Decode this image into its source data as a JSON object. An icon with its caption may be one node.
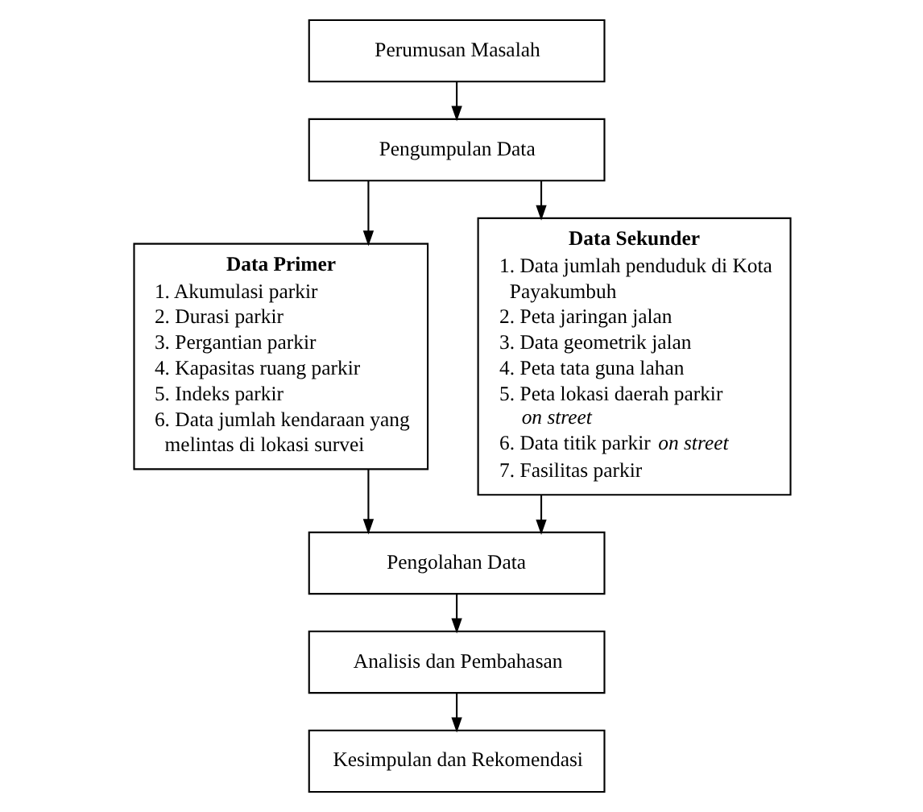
{
  "diagram": {
    "nodes": [
      {
        "text": [
          "Perumusan Masalah"
        ]
      },
      {
        "text": [
          "Pengumpulan Data"
        ]
      },
      {
        "text": [
          "Data Primer",
          "1. Akumulasi parkir",
          "2. Durasi parkir",
          "3. Pergantian parkir",
          "4. Kapasitas ruang parkir",
          "5. Indeks parkir",
          "6. Data jumlah kendaraan yang melintas di lokasi survei"
        ]
      },
      {
        "text": [
          "Data Sekunder",
          "1. Data jumlah penduduk di Kota Payakumbuh",
          "2. Peta jaringan jalan",
          "3. Data geometrik jalan",
          "4. Peta tata guna lahan",
          "5. Peta lokasi daerah parkir *on street*",
          "6. Data titik parkir *on street*",
          "7. Fasilitas parkir"
        ]
      },
      {
        "text": [
          "Pengolahan Data"
        ]
      },
      {
        "text": [
          "Analisis dan Pembahasan"
        ]
      },
      {
        "text": [
          "Kesimpulan dan Rekomendasi"
        ]
      }
    ],
    "edges": [
      {
        "from": 0,
        "to": 1,
        "arrow": "to"
      },
      {
        "from": 1,
        "to": 2,
        "arrow": "to"
      },
      {
        "from": 1,
        "to": 3,
        "arrow": "to"
      },
      {
        "from": 2,
        "to": 4,
        "arrow": "to"
      },
      {
        "from": 3,
        "to": 4,
        "arrow": "to"
      },
      {
        "from": 4,
        "to": 5,
        "arrow": "to"
      },
      {
        "from": 5,
        "to": 6,
        "arrow": "to"
      }
    ]
  }
}
